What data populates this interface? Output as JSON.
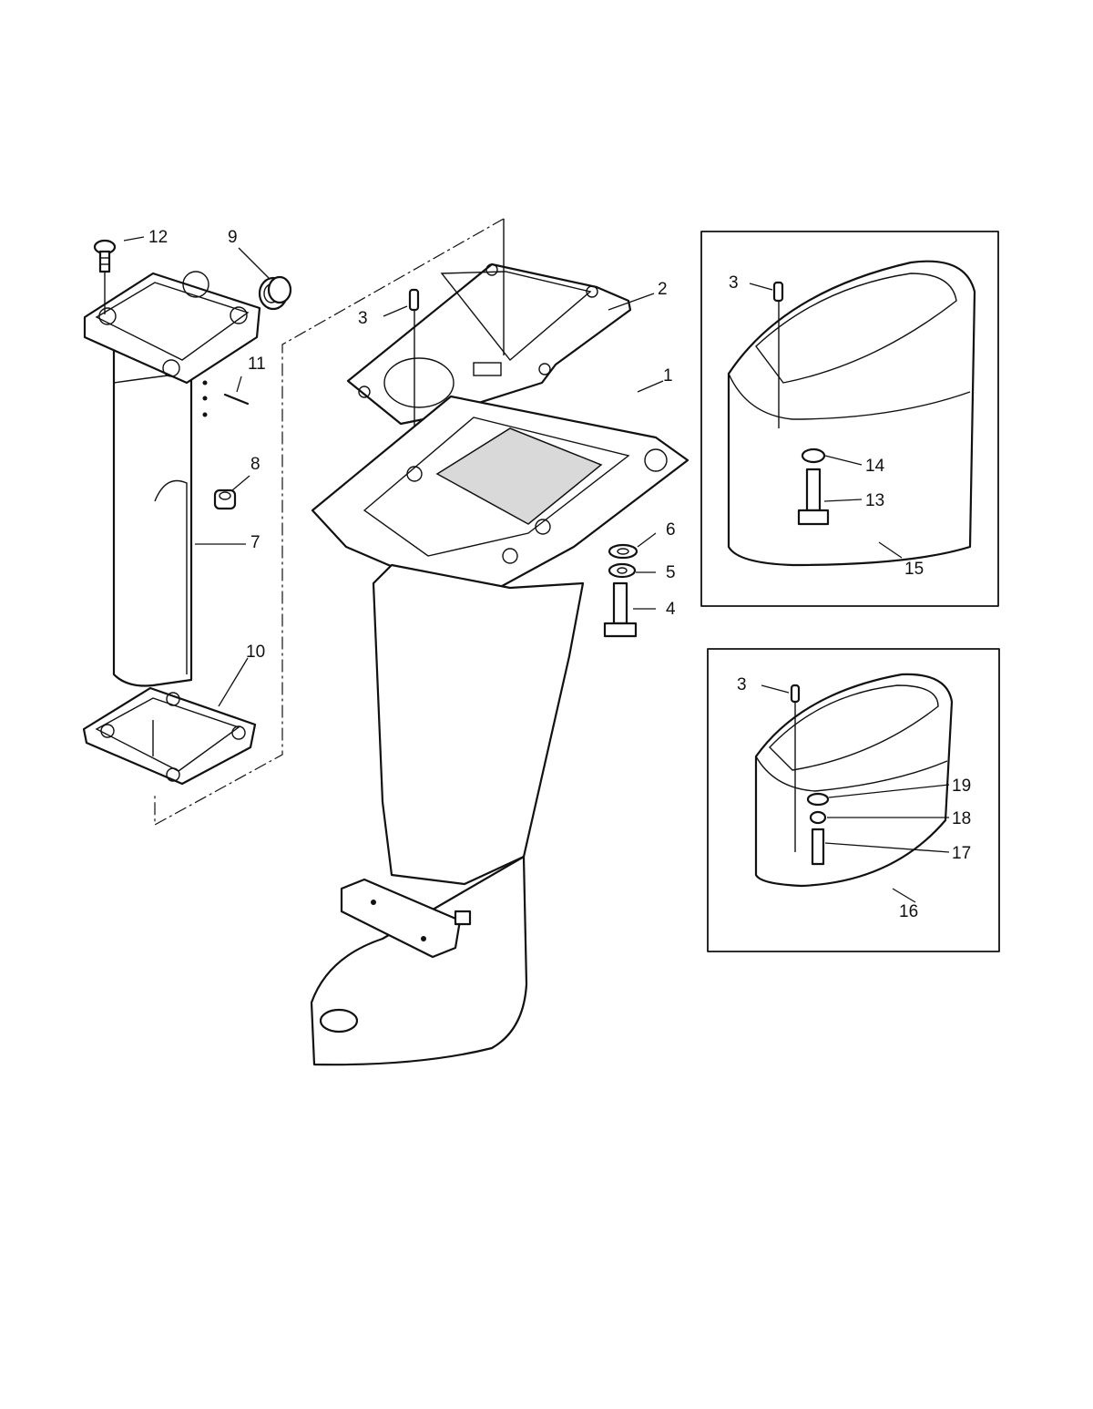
{
  "diagram": {
    "callouts": {
      "c1": "1",
      "c2": "2",
      "c3a": "3",
      "c3b": "3",
      "c3c": "3",
      "c4": "4",
      "c5": "5",
      "c6": "6",
      "c7": "7",
      "c8": "8",
      "c9": "9",
      "c10": "10",
      "c11": "11",
      "c12": "12",
      "c13": "13",
      "c14": "14",
      "c15": "15",
      "c16": "16",
      "c17": "17",
      "c18": "18",
      "c19": "19"
    }
  }
}
